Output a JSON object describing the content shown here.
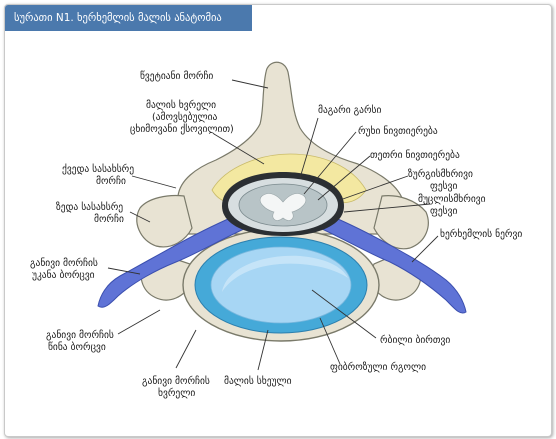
{
  "title": "სურათი N1. ხერხემლის მალის ანატომია",
  "colors": {
    "title_bar": "#4b79ad",
    "bone_fill": "#e8e3d3",
    "bone_stroke": "#7a7a6a",
    "yellow_fat": "#f3e8a1",
    "nerve_blue": "#5f73d6",
    "disc_outer": "#45a9d8",
    "disc_inner": "#a7d6f4",
    "spinal_cord": "#b8c4c7",
    "gray_matter": "#f4f6f6",
    "dark_membrane": "#2b2f33"
  },
  "labels": {
    "spinous_process": "წვეტიანი მორჩი",
    "vertebral_arch": [
      "მალის ხვრელი",
      "(ამოვსებულია",
      "ცხიმოვანი ქსოვილით)"
    ],
    "dura_mater": "მაგარი გარსი",
    "gray_matter": "რუხი ნივთიერება",
    "white_matter": "თეთრი ნივთიერება",
    "dorsal_root": [
      "ზურგისმხრივი",
      "ფესვი"
    ],
    "ventral_root": [
      "მუცლისმხრივი",
      "ფესვი"
    ],
    "spinal_nerve": "ხერხემლის ნერვი",
    "inferior_articular": [
      "ქვედა სასახსრე",
      "მორჩი"
    ],
    "superior_articular": [
      "ზედა სასახსრე",
      "მორჩი"
    ],
    "posterior_tubercle": [
      "განივი მორჩის",
      "უკანა ბორცვი"
    ],
    "anterior_tubercle": [
      "განივი მორჩის",
      "წინა ბორცვი"
    ],
    "transverse_foramen": [
      "განივი მორჩის",
      "ხვრელი"
    ],
    "vertebral_body": "მალის სხეული",
    "nucleus_pulposus": "რბილი ბირთვი",
    "annulus_fibrosus": "ფიბროზული რგოლი"
  }
}
